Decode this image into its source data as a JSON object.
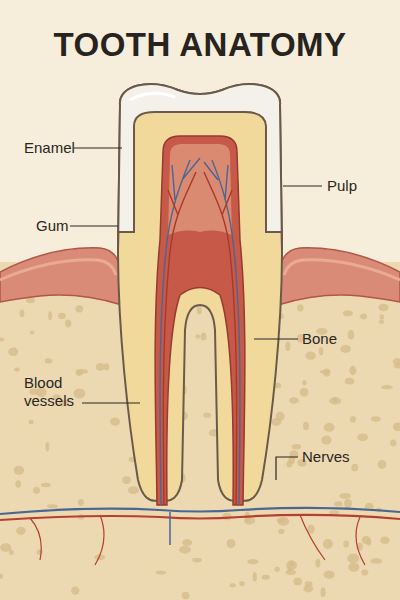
{
  "diagram": {
    "title": "TOOTH ANATOMY",
    "labels": [
      "Enamel",
      "Pulp",
      "Gum",
      "Bone",
      "Blood vessels",
      "Nerves"
    ]
  }
}
